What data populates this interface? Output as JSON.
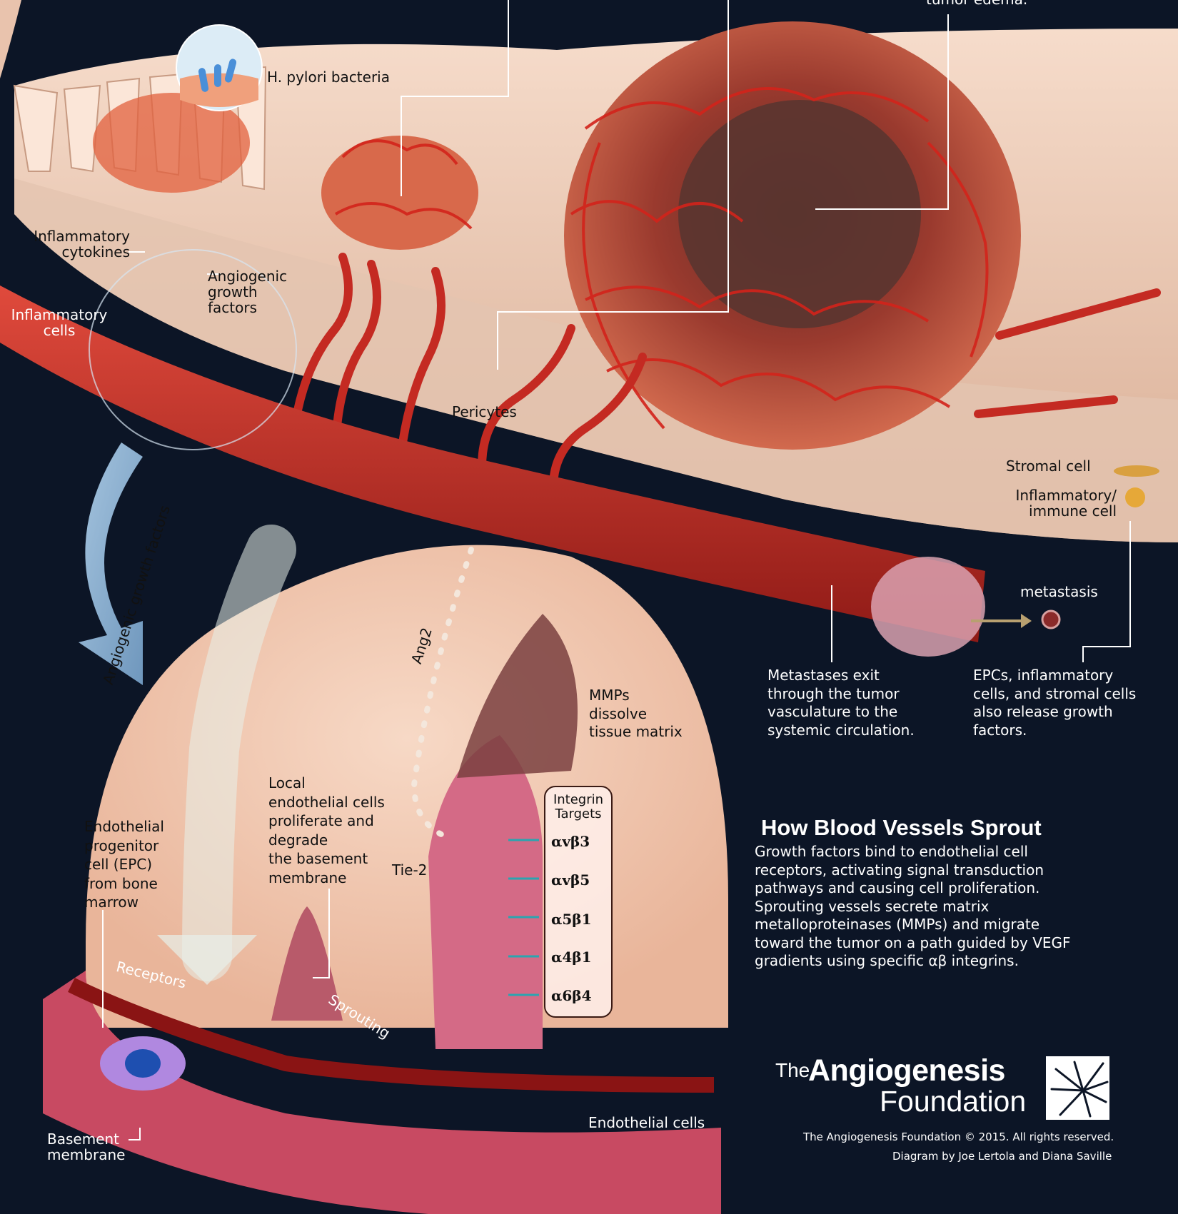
{
  "top_labels": {
    "partial_top_text": "tumor edema.",
    "h_pylori": "H. pylori bacteria",
    "inflammatory_cytokines": "Inflammatory\ncytokines",
    "angiogenic_growth_factors": "Angiogenic\ngrowth\nfactors",
    "inflammatory_cells": "Inflammatory\ncells",
    "pericytes": "Pericytes",
    "stromal_cell": "Stromal cell",
    "inflammatory_immune_cell": "Inflammatory/\nimmune cell",
    "metastasis": "metastasis",
    "metastases_exit": "Metastases exit\nthrough the tumor\nvasculature to the\nsystemic circulation.",
    "epcs_release": "EPCs, inflammatory\ncells, and stromal cells\nalso release growth\nfactors."
  },
  "inset_labels": {
    "angiogenic_growth_factors": "Angiogenic growth factors",
    "ang2": "Ang2",
    "mmps": "MMPs\ndissolve\ntissue matrix",
    "local_endothelial": "Local\nendothelial cells\nproliferate and\ndegrade\nthe basement\nmembrane",
    "epc": "Endothelial\nprogenitor\ncell (EPC)\nfrom bone\nmarrow",
    "tie2": "Tie-2",
    "receptors": "Receptors",
    "sprouting": "Sprouting",
    "endothelial_cells": "Endothelial cells",
    "basement_membrane": "Basement\nmembrane"
  },
  "integrin_targets": {
    "title": "Integrin\nTargets",
    "items": [
      "αvβ3",
      "αvβ5",
      "α5β1",
      "α4β1",
      "α6β4"
    ]
  },
  "caption": {
    "title": "How Blood Vessels Sprout",
    "body": "Growth factors bind to endothelial cell\nreceptors, activating signal transduction\npathways and causing cell proliferation.\nSprouting vessels secrete matrix\nmetalloproteinases (MMPs) and migrate\ntoward the tumor on a path guided by VEGF\ngradients using specific αβ integrins."
  },
  "logo": {
    "the": "The",
    "name": "Angiogenesis",
    "foundation": "Foundation"
  },
  "footer": {
    "copyright": "The Angiogenesis Foundation © 2015. All rights reserved.",
    "credit": "Diagram by Joe Lertola and Diana Saville"
  },
  "colors": {
    "background": "#0c1526",
    "tissue": "#eccdb6",
    "vessel": "#c42a22",
    "tumor": "#b23a2a",
    "inset": "#f2c9b2",
    "growth_factor": "#4fa64a",
    "pericyte": "#4a6fc4",
    "arrow": "#8fb4d4"
  }
}
